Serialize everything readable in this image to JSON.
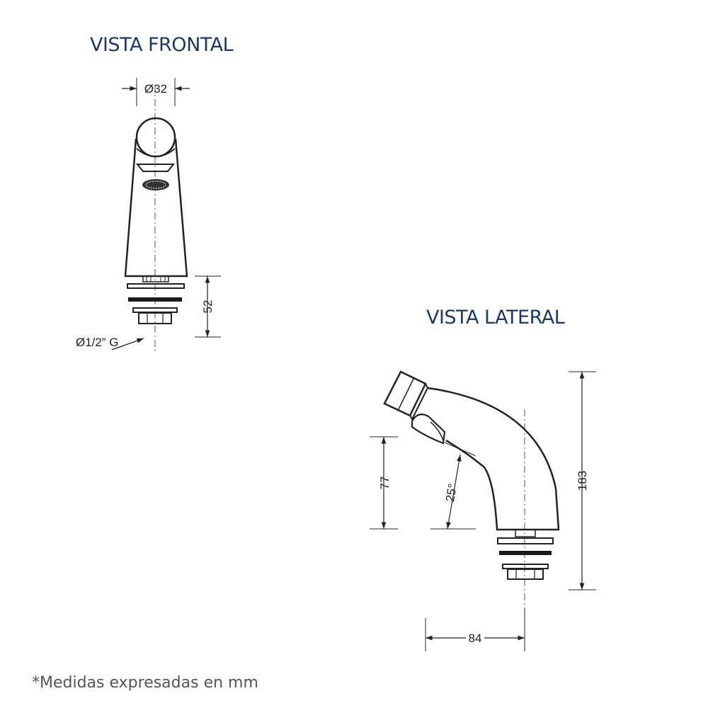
{
  "titles": {
    "front": "VISTA FRONTAL",
    "side": "VISTA LATERAL"
  },
  "dimensions": {
    "front_diameter": "Ø32",
    "front_height": "52",
    "thread": "Ø1/2” G",
    "side_height_total": "183",
    "side_height_spout": "77",
    "side_angle": "25°",
    "side_depth": "84"
  },
  "footnote": "*Medidas expresadas en mm",
  "colors": {
    "title": "#1b3a6b",
    "line": "#222222",
    "footnote": "#555555"
  }
}
